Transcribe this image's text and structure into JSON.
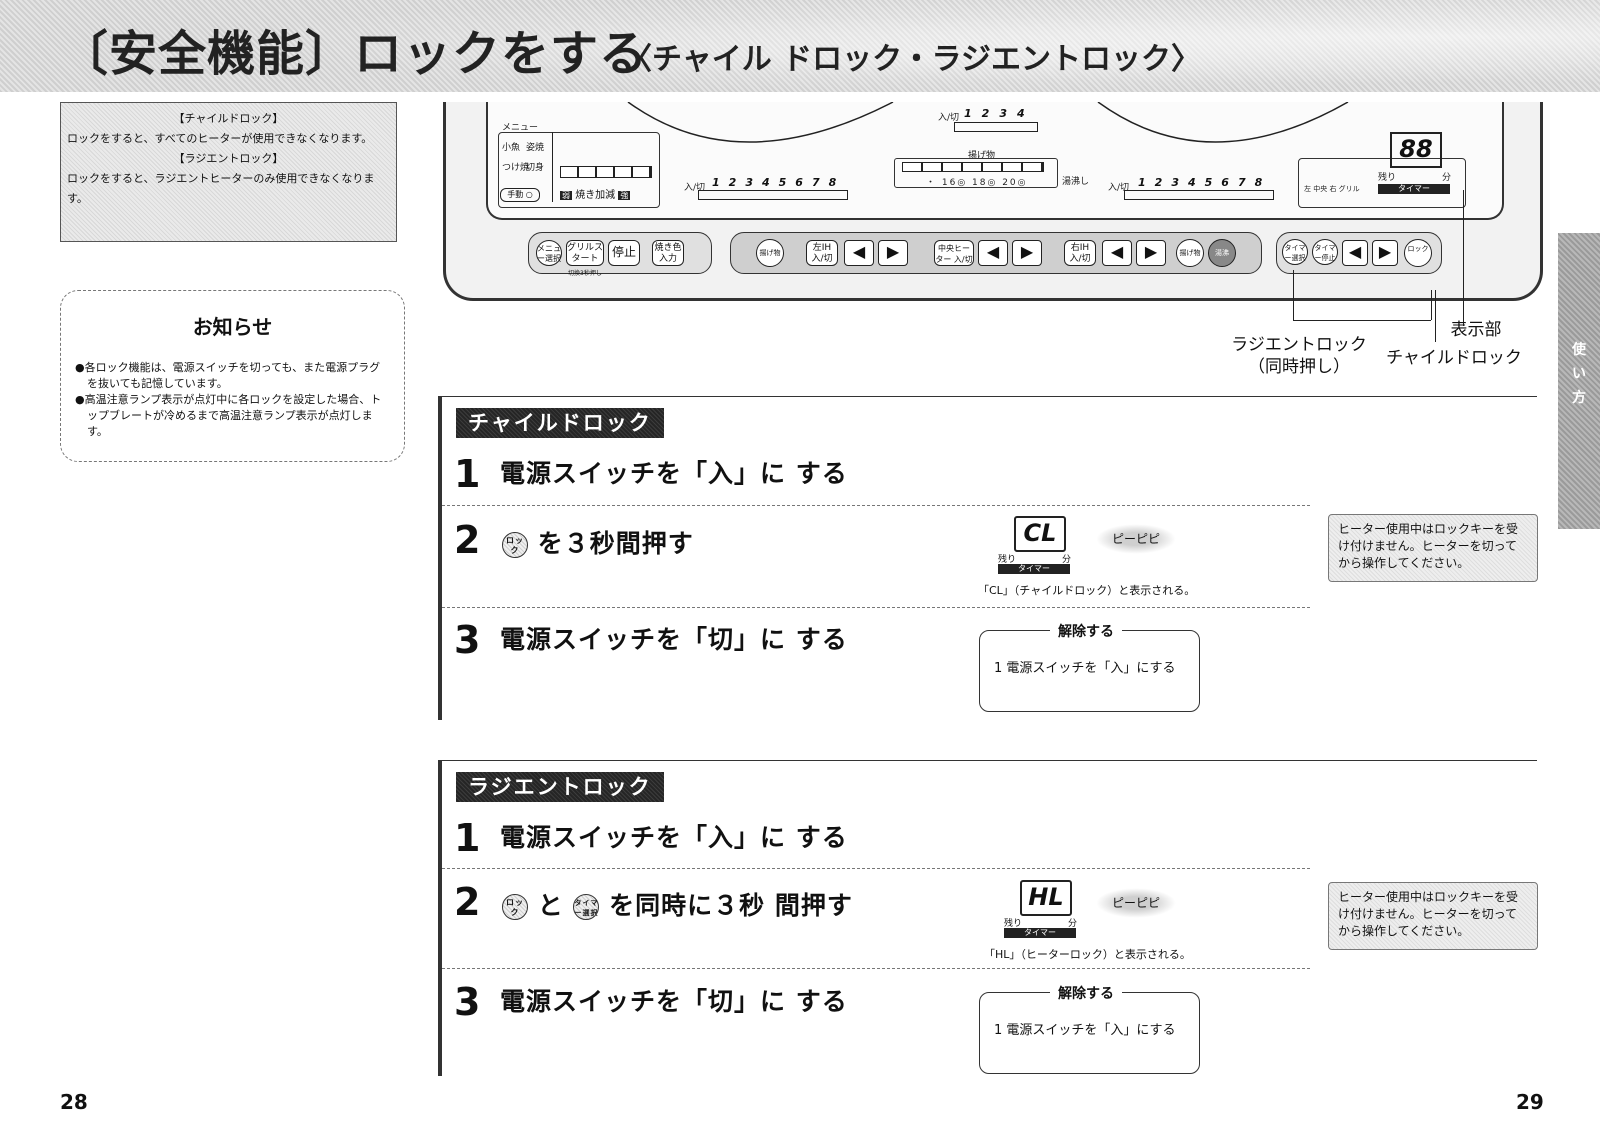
{
  "header": {
    "title_main": "〔安全機能〕ロックをする",
    "title_sub": "〈チャイル ドロック・ラジエントロック〉"
  },
  "info_box": {
    "child_heading": "【チャイルドロック】",
    "child_text": "ロックをすると、すべてのヒーターが使用できなくなります。",
    "radiant_heading": "【ラジエントロック】",
    "radiant_text": "ロックをすると、ラジエントヒーターのみ使用できなくなります。"
  },
  "notice": {
    "title": "お知らせ",
    "items": [
      "●各ロック機能は、電源スイッチを切っても、また電源プラグを抜いても記憶しています。",
      "●高温注意ランプ表示が点灯中に各ロックを設定した場合、トップブレートが冷めるまで高温注意ランプ表示が点灯します。"
    ]
  },
  "panel": {
    "menu_label": "メニュー",
    "menu_items": [
      "小魚",
      "姿焼",
      "つけ焼",
      "切身"
    ],
    "manual_label": "手動",
    "weak_label": "弱",
    "strength_label": "焼き加減",
    "strong_label": "強",
    "onoff_label": "入/切",
    "levels8": [
      "1",
      "2",
      "3",
      "4",
      "5",
      "6",
      "7",
      "8"
    ],
    "levels4": [
      "1",
      "2",
      "3",
      "4"
    ],
    "fry_label": "揚げ物",
    "fry_temps": "・ 16◎ 18◎ 20◎",
    "boil_label": "湯沸し",
    "display_digits": "88",
    "remaining_label": "残り",
    "minute_label": "分",
    "timer_label": "タイマー",
    "lamp_labels": "左 中央 右 グリル",
    "buttons": {
      "menu_select": "メニュー選択",
      "grill_start": "グリルスタート",
      "grill_start_sub": "切換3秒押し",
      "stop": "停止",
      "color_input": "焼き色入力",
      "fry_left": "揚げ物",
      "left_ih": "左IH 入/切",
      "center_heater": "中央ヒーター 入/切",
      "right_ih": "右IH 入/切",
      "fry_right": "揚げ物",
      "boil": "湯沸",
      "timer_select": "タイマー選択",
      "timer_stop": "タイマー停止",
      "lock": "ロック"
    }
  },
  "callouts": {
    "radiant_lock": "ラジエントロック",
    "radiant_lock_sub": "（同時押し）",
    "display": "表示部",
    "child_lock": "チャイルドロック"
  },
  "child_section": {
    "title": "チャイルドロック",
    "step1_num": "1",
    "step1_text": "電源スイッチを「入」に する",
    "step2_num": "2",
    "step2_key": "ロック",
    "step2_text": "を３秒間押す",
    "step3_num": "3",
    "step3_text": "電源スイッチを「切」に する",
    "display_code": "CL",
    "beep": "ピーピピ",
    "caption": "「CL」（チャイルドロック）と表示される。",
    "release_title": "解除する",
    "release_item": "1 電源スイッチを「入」にする",
    "note": "ヒーター使用中はロックキーを受け付けません。ヒーターを切ってから操作してください。"
  },
  "radiant_section": {
    "title": "ラジエントロック",
    "step1_num": "1",
    "step1_text": "電源スイッチを「入」に する",
    "step2_num": "2",
    "step2_key1": "ロック",
    "step2_and": "と",
    "step2_key2": "タイマー選択",
    "step2_text": "を同時に３秒 間押す",
    "step3_num": "3",
    "step3_text": "電源スイッチを「切」に する",
    "display_code": "HL",
    "beep": "ピーピピ",
    "caption": "「HL」（ヒーターロック）と表示される。",
    "release_title": "解除する",
    "release_item": "1 電源スイッチを「入」にする",
    "note": "ヒーター使用中はロックキーを受け付けません。ヒーターを切ってから操作してください。"
  },
  "display_labels": {
    "remaining": "残り",
    "minute": "分",
    "timer": "タイマー"
  },
  "side_tab": [
    "使",
    "い",
    "方"
  ],
  "pages": {
    "left": "28",
    "right": "29"
  }
}
